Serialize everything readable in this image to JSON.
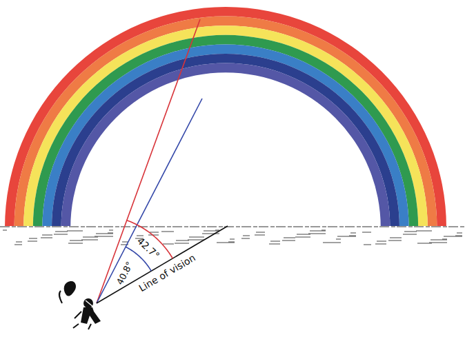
{
  "diagram": {
    "labels": [
      "40.8°",
      "42.7°",
      "Line of vision"
    ]
  }
}
